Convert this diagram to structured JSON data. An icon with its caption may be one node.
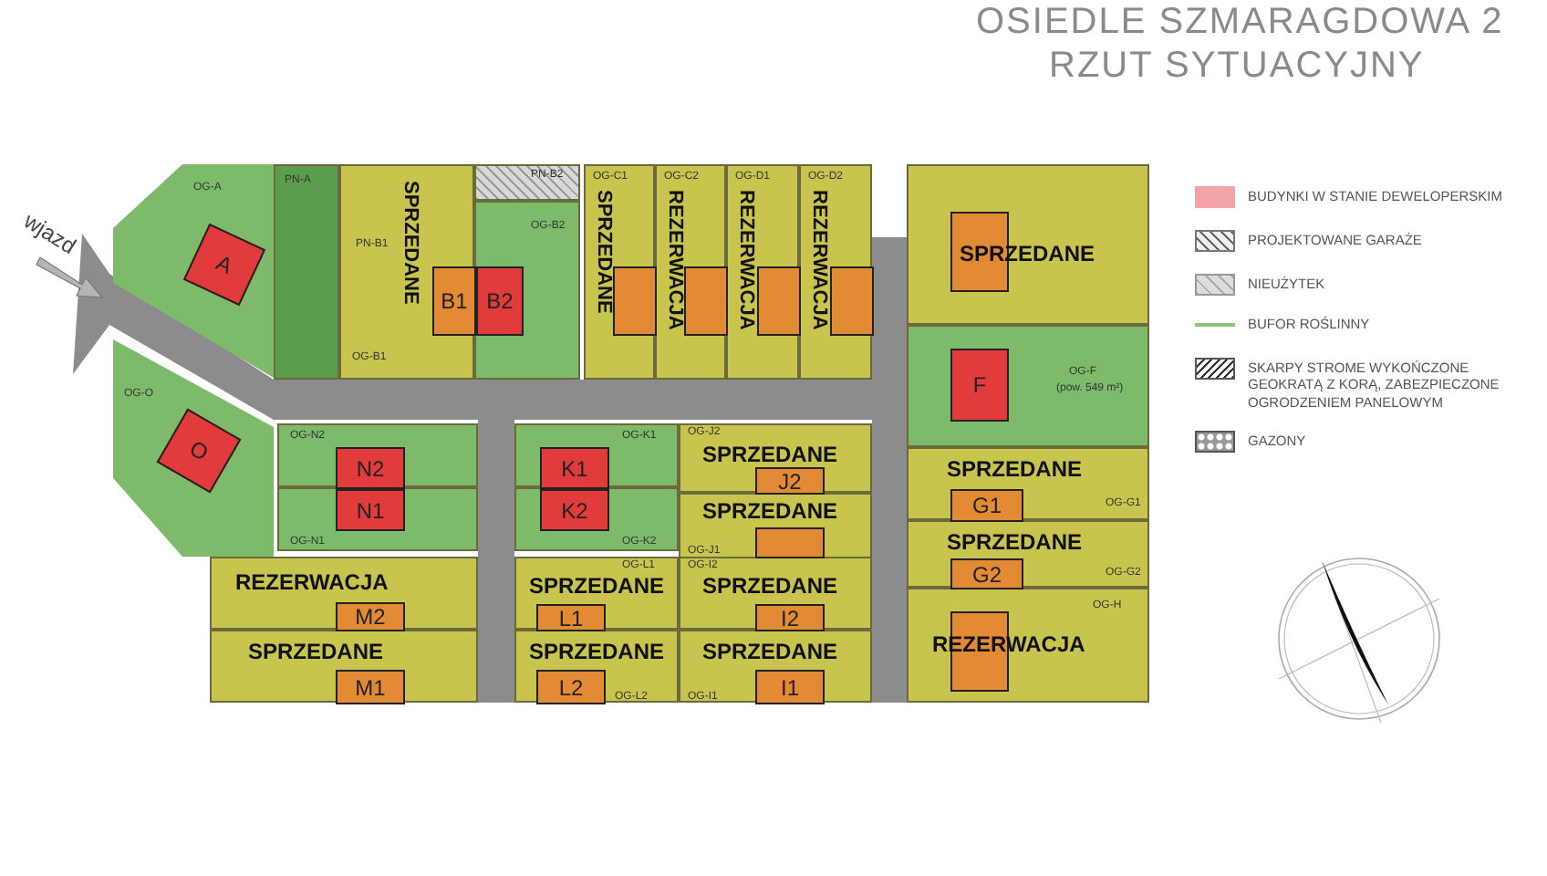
{
  "diagram": {
    "title": "OSIEDLE SZMARAGDOWA 2",
    "nodes": [
      {
        "text": [
          "OG-A"
        ]
      },
      {
        "text": [
          "A"
        ],
        "in": 0
      },
      {
        "text": [
          "PN-A"
        ]
      },
      {
        "text": [
          "SPRZEDANE",
          "PN-B1",
          "OG-B1"
        ]
      },
      {
        "text": [
          "B1"
        ],
        "in": 3
      },
      {
        "text": [
          "PN-B2"
        ]
      },
      {
        "text": [
          "OG-B2"
        ]
      },
      {
        "text": [
          "B2"
        ],
        "in": 6
      },
      {
        "text": [
          "OG-C1",
          "SPRZEDANE"
        ]
      },
      {
        "text": [],
        "shape": "box",
        "in": 8
      },
      {
        "text": [
          "OG-C2",
          "REZERWACJA"
        ]
      },
      {
        "text": [],
        "shape": "box",
        "in": 10
      },
      {
        "text": [
          "OG-D1",
          "REZERWACJA"
        ]
      },
      {
        "text": [],
        "shape": "box",
        "in": 12
      },
      {
        "text": [
          "OG-D2",
          "REZERWACJA"
        ]
      },
      {
        "text": [],
        "shape": "box",
        "in": 14
      },
      {
        "text": [
          "SPRZEDANE"
        ]
      },
      {
        "text": [],
        "shape": "box",
        "in": 16
      },
      {
        "text": [
          "OG-O"
        ]
      },
      {
        "text": [
          "O"
        ],
        "in": 18
      },
      {
        "text": [
          "OG-F",
          "(pow. 549 m²)"
        ]
      },
      {
        "text": [
          "F"
        ],
        "in": 20
      },
      {
        "text": [
          "OG-N2"
        ]
      },
      {
        "text": [
          "N2"
        ],
        "in": 22
      },
      {
        "text": [
          "OG-N1"
        ]
      },
      {
        "text": [
          "N1"
        ],
        "in": 24
      },
      {
        "text": [
          "OG-K1"
        ]
      },
      {
        "text": [
          "K1"
        ],
        "in": 26
      },
      {
        "text": [
          "OG-K2"
        ]
      },
      {
        "text": [
          "K2"
        ],
        "in": 28
      },
      {
        "text": [
          "OG-J2",
          "SPRZEDANE"
        ]
      },
      {
        "text": [
          "J2"
        ],
        "in": 30
      },
      {
        "text": [
          "SPRZEDANE",
          "OG-J1"
        ]
      },
      {
        "text": [],
        "shape": "box",
        "in": 32
      },
      {
        "text": [
          "SPRZEDANE",
          "OG-G1"
        ]
      },
      {
        "text": [
          "G1"
        ],
        "in": 34
      },
      {
        "text": [
          "SPRZEDANE",
          "OG-G2"
        ]
      },
      {
        "text": [
          "G2"
        ],
        "in": 36
      },
      {
        "text": [
          "REZERWACJA"
        ]
      },
      {
        "text": [
          "M2"
        ],
        "in": 38
      },
      {
        "text": [
          "SPRZEDANE"
        ]
      },
      {
        "text": [
          "M1"
        ],
        "in": 40
      },
      {
        "text": [
          "OG-L1",
          "SPRZEDANE"
        ]
      },
      {
        "text": [
          "L1"
        ],
        "in": 42
      },
      {
        "text": [
          "SPRZEDANE",
          "OG-L2"
        ]
      },
      {
        "text": [
          "L2"
        ],
        "in": 44
      },
      {
        "text": [
          "OG-I2",
          "SPRZEDANE"
        ]
      },
      {
        "text": [
          "I2"
        ],
        "in": 46
      },
      {
        "text": [
          "SPRZEDANE",
          "OG-I1"
        ]
      },
      {
        "text": [
          "I1"
        ],
        "in": 48
      },
      {
        "text": [
          "OG-H",
          "REZERWACJA"
        ]
      },
      {
        "text": [],
        "shape": "box",
        "in": 50
      }
    ],
    "labels": [
      "RZUT SYTUACYJNY",
      "wjazd"
    ],
    "legend": [
      {
        "text": "BUDYNKI W STANIE DEWELOPERSKIM",
        "color": "#f2a3a8"
      },
      {
        "text": "PROJEKTOWANE GARAŻE"
      },
      {
        "text": "NIEUŻYTEK"
      },
      {
        "text": "BUFOR ROŚLINNY"
      },
      {
        "text": "SKARPY STROME WYKOŃCZONE GEOKRATĄ Z KORĄ, ZABEZPIECZONE OGRODZENIEM PANELOWYM"
      },
      {
        "text": "GAZONY"
      }
    ]
  }
}
